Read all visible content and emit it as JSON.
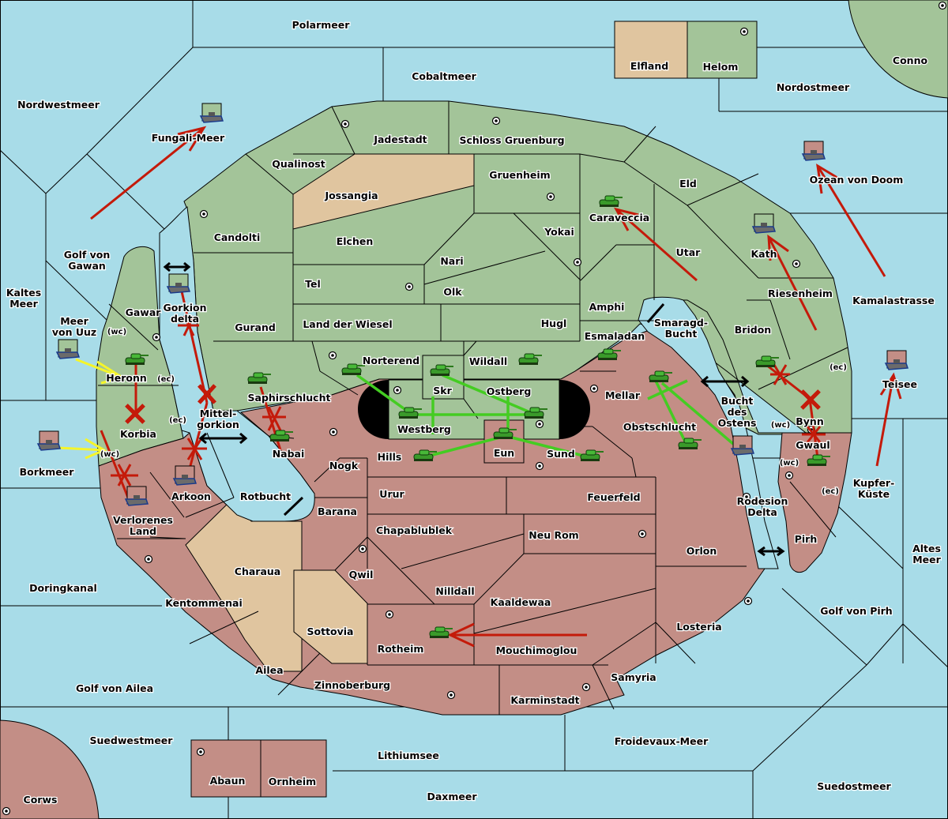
{
  "title": "Diplomacy map",
  "colors": {
    "sea": "#a8dce8",
    "power_green": "#a3c499",
    "power_red": "#c38e86",
    "neutral": "#e0c59f",
    "move_order": "#c41a0a",
    "support_order": "#44cc22",
    "convoy_order": "#f5f52a"
  },
  "sea_labels": [
    {
      "name": "Polarmeer"
    },
    {
      "name": "Cobaltmeer"
    },
    {
      "name": "Nordwestmeer"
    },
    {
      "name": "Nordostmeer"
    },
    {
      "name": "Fungali-Meer"
    },
    {
      "name": "Ozean von Doom"
    },
    {
      "name": "Golf von"
    },
    {
      "name": "Gawan"
    },
    {
      "name": "Kaltes"
    },
    {
      "name": "Meer"
    },
    {
      "name": "Meer"
    },
    {
      "name": "von Uuz"
    },
    {
      "name": "Gorkion"
    },
    {
      "name": "delta"
    },
    {
      "name": "Mittel-"
    },
    {
      "name": "gorkion"
    },
    {
      "name": "Borkmeer"
    },
    {
      "name": "Rotbucht"
    },
    {
      "name": "Smaragd-"
    },
    {
      "name": "Bucht"
    },
    {
      "name": "Bucht"
    },
    {
      "name": "des"
    },
    {
      "name": "Ostens"
    },
    {
      "name": "Kamalastrasse"
    },
    {
      "name": "Teisee"
    },
    {
      "name": "Kupfer-"
    },
    {
      "name": "Küste"
    },
    {
      "name": "Rodesion"
    },
    {
      "name": "Delta"
    },
    {
      "name": "Altes"
    },
    {
      "name": "Meer"
    },
    {
      "name": "Doringkanal"
    },
    {
      "name": "Golf von Pirh"
    },
    {
      "name": "Golf von Ailea"
    },
    {
      "name": "Suedwestmeer"
    },
    {
      "name": "Lithiumsee"
    },
    {
      "name": "Daxmeer"
    },
    {
      "name": "Froidevaux-Meer"
    },
    {
      "name": "Suedostmeer"
    }
  ],
  "land_labels": [
    {
      "name": "Elfland"
    },
    {
      "name": "Helom"
    },
    {
      "name": "Conno"
    },
    {
      "name": "Jadestadt"
    },
    {
      "name": "Schloss Gruenburg"
    },
    {
      "name": "Qualinost"
    },
    {
      "name": "Jossangia"
    },
    {
      "name": "Gruenheim"
    },
    {
      "name": "Eld"
    },
    {
      "name": "Caraveccia"
    },
    {
      "name": "Candolti"
    },
    {
      "name": "Elchen"
    },
    {
      "name": "Yokai"
    },
    {
      "name": "Nari"
    },
    {
      "name": "Utar"
    },
    {
      "name": "Kath"
    },
    {
      "name": "Tel"
    },
    {
      "name": "Olk"
    },
    {
      "name": "Gurand"
    },
    {
      "name": "Land der Wiesel"
    },
    {
      "name": "Hugl"
    },
    {
      "name": "Amphi"
    },
    {
      "name": "Riesenheim"
    },
    {
      "name": "Bridon"
    },
    {
      "name": "Esmaladan"
    },
    {
      "name": "Gawar"
    },
    {
      "name": "Heronn"
    },
    {
      "name": "Korbia"
    },
    {
      "name": "Norterend"
    },
    {
      "name": "Wildall"
    },
    {
      "name": "Skr"
    },
    {
      "name": "Ostberg"
    },
    {
      "name": "Westberg"
    },
    {
      "name": "Saphirschlucht"
    },
    {
      "name": "Mellar"
    },
    {
      "name": "Obstschlucht"
    },
    {
      "name": "Bynn"
    },
    {
      "name": "Gwaul"
    },
    {
      "name": "Nabai"
    },
    {
      "name": "Hills"
    },
    {
      "name": "Eun"
    },
    {
      "name": "Sund"
    },
    {
      "name": "Arkoon"
    },
    {
      "name": "Nogk"
    },
    {
      "name": "Verlorenes"
    },
    {
      "name": "Land"
    },
    {
      "name": "Urur"
    },
    {
      "name": "Feuerfeld"
    },
    {
      "name": "Barana"
    },
    {
      "name": "Pirh"
    },
    {
      "name": "Chapablublek"
    },
    {
      "name": "Neu Rom"
    },
    {
      "name": "Orlon"
    },
    {
      "name": "Charaua"
    },
    {
      "name": "Qwil"
    },
    {
      "name": "Nilldall"
    },
    {
      "name": "Kaaldewaa"
    },
    {
      "name": "Kentommenai"
    },
    {
      "name": "Sottovia"
    },
    {
      "name": "Losteria"
    },
    {
      "name": "Rotheim"
    },
    {
      "name": "Mouchimoglou"
    },
    {
      "name": "Ailea"
    },
    {
      "name": "Samyria"
    },
    {
      "name": "Zinnoberburg"
    },
    {
      "name": "Karminstadt"
    },
    {
      "name": "Abaun"
    },
    {
      "name": "Ornheim"
    },
    {
      "name": "Corws"
    }
  ],
  "coast_labels": [
    "(wc)",
    "(ec)",
    "(ec)",
    "(wc)",
    "(ec)",
    "(wc)",
    "(wc)",
    "(ec)"
  ],
  "units": [
    {
      "type": "fleet",
      "power": "green",
      "province": "Fungali-Meer"
    },
    {
      "type": "fleet",
      "power": "red",
      "province": "Ozean von Doom"
    },
    {
      "type": "fleet",
      "power": "green",
      "province": "Meer von Uuz"
    },
    {
      "type": "fleet",
      "power": "green",
      "province": "Gorkion delta"
    },
    {
      "type": "fleet",
      "power": "red",
      "province": "Borkmeer"
    },
    {
      "type": "fleet",
      "power": "red",
      "province": "Teisee"
    },
    {
      "type": "fleet",
      "power": "red",
      "province": "Bucht des Ostens"
    },
    {
      "type": "fleet",
      "power": "green",
      "province": "Kath"
    },
    {
      "type": "fleet",
      "power": "red",
      "province": "Arkoon"
    },
    {
      "type": "fleet",
      "power": "red",
      "province": "Verlorenes Land"
    },
    {
      "type": "army",
      "power": "green",
      "province": "Caraveccia"
    },
    {
      "type": "army",
      "power": "green",
      "province": "Heronn"
    },
    {
      "type": "army",
      "power": "green",
      "province": "Saphirschlucht"
    },
    {
      "type": "army",
      "power": "green",
      "province": "Nabai"
    },
    {
      "type": "army",
      "power": "green",
      "province": "Norterend"
    },
    {
      "type": "army",
      "power": "green",
      "province": "Skr"
    },
    {
      "type": "army",
      "power": "green",
      "province": "Wildall"
    },
    {
      "type": "army",
      "power": "green",
      "province": "Westberg"
    },
    {
      "type": "army",
      "power": "green",
      "province": "Ostberg"
    },
    {
      "type": "army",
      "power": "green",
      "province": "Eun"
    },
    {
      "type": "army",
      "power": "green",
      "province": "Hills"
    },
    {
      "type": "army",
      "power": "green",
      "province": "Sund"
    },
    {
      "type": "army",
      "power": "green",
      "province": "Esmaladan"
    },
    {
      "type": "army",
      "power": "green",
      "province": "Mellar"
    },
    {
      "type": "army",
      "power": "green",
      "province": "Obstschlucht"
    },
    {
      "type": "army",
      "power": "green",
      "province": "Bridon"
    },
    {
      "type": "army",
      "power": "green",
      "province": "Gwaul"
    },
    {
      "type": "army",
      "power": "green",
      "province": "Rotheim"
    }
  ]
}
